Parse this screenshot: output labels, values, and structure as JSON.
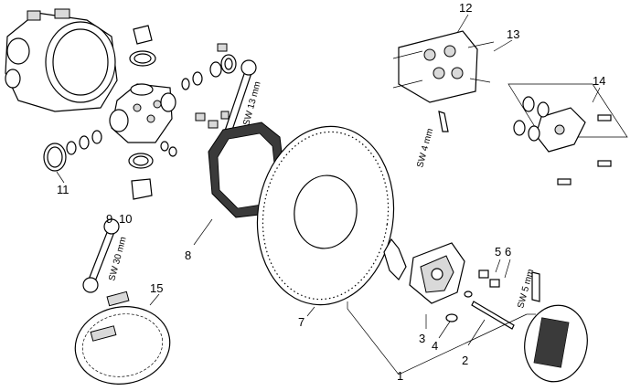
{
  "callouts": [
    "1",
    "2",
    "3",
    "4",
    "5",
    "6",
    "7",
    "8",
    "9",
    "10",
    "11",
    "12",
    "13",
    "14",
    "15"
  ],
  "tool_labels": {
    "sw13": "SW 13 mm",
    "sw30": "SW 30 mm",
    "sw4": "SW 4 mm",
    "sw5": "SW 5 mm"
  },
  "colors": {
    "line": "#000000",
    "fill_dark": "#3a3a3a",
    "fill_light": "#d9d9d9"
  }
}
